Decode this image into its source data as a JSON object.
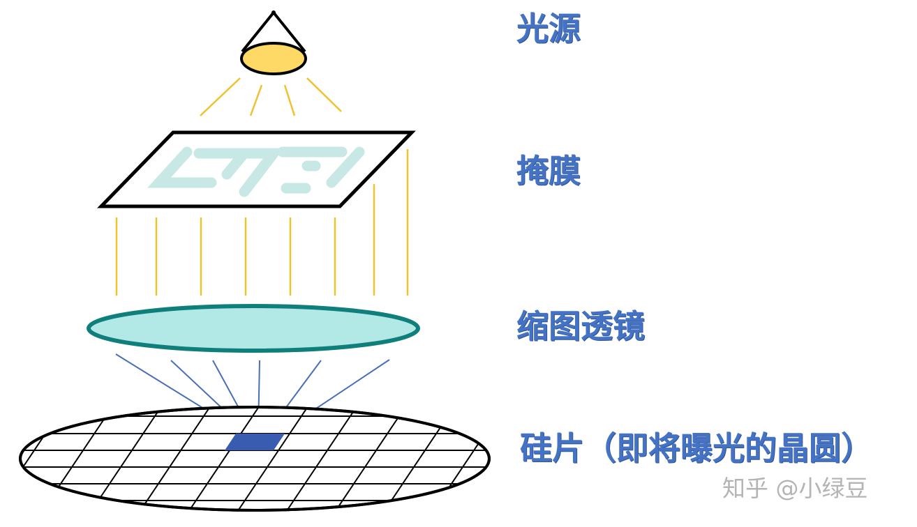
{
  "labels": {
    "light_source": "光源",
    "mask": "掩膜",
    "reduction_lens": "缩图透镜",
    "wafer": "硅片（即将曝光的晶圆）"
  },
  "watermark": "知乎 @小绿豆",
  "colors": {
    "label_text": "#4472C4",
    "lamp_fill": "#FFD966",
    "light_rays": "#F2C12E",
    "mask_pattern": "#C8E8E6",
    "lens_fill": "#B2E8E6",
    "lens_stroke": "#0E7F7A",
    "projection_rays": "#4A6FB5",
    "exposed_die": "#3A5CB0",
    "outline": "#000000",
    "watermark": "#B4B4B4"
  }
}
